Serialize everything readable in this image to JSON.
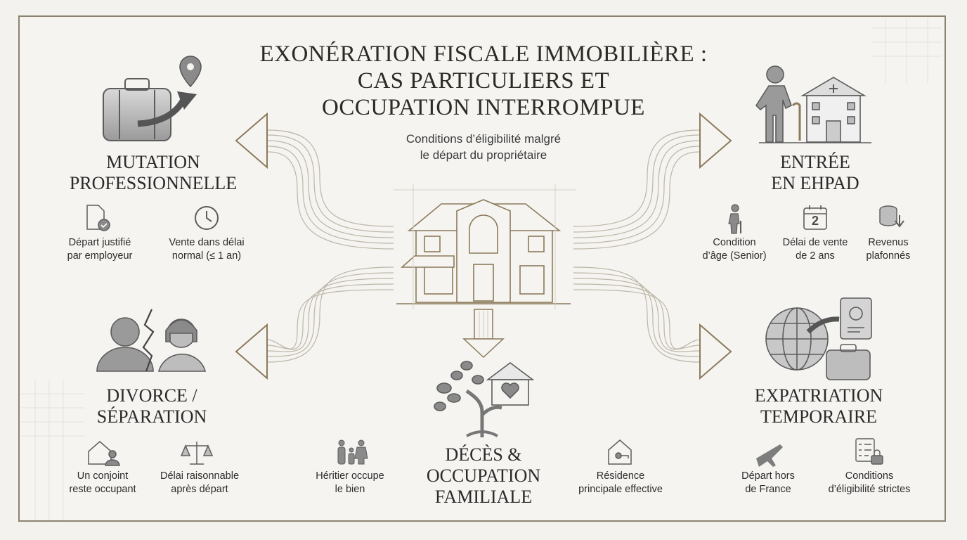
{
  "title": [
    "EXONÉRATION FISCALE IMMOBILIÈRE :",
    "CAS PARTICULIERS ET",
    "OCCUPATION INTERROMPUE"
  ],
  "subtitle": [
    "Conditions d’éligibilité malgré",
    "le départ du propriétaire"
  ],
  "mutation": {
    "heading": [
      "MUTATION",
      "PROFESSIONNELLE"
    ],
    "items": [
      {
        "icon": "document-check-icon",
        "label": [
          "Départ justifié",
          "par employeur"
        ]
      },
      {
        "icon": "clock-icon",
        "label": [
          "Vente dans délai",
          "normal (≤ 1 an)"
        ]
      }
    ]
  },
  "ehpad": {
    "heading": [
      "ENTRÉE",
      "EN EHPAD"
    ],
    "items": [
      {
        "icon": "senior-icon",
        "label": [
          "Condition",
          "d’âge (Senior)"
        ]
      },
      {
        "icon": "calendar-icon",
        "calendar_number": "2",
        "label": [
          "Délai de vente",
          "de 2 ans"
        ]
      },
      {
        "icon": "coins-down-icon",
        "label": [
          "Revenus",
          "plafonnés"
        ]
      }
    ]
  },
  "divorce": {
    "heading": [
      "DIVORCE /",
      "SÉPARATION"
    ],
    "items": [
      {
        "icon": "house-person-icon",
        "label": [
          "Un conjoint",
          "reste occupant"
        ]
      },
      {
        "icon": "scales-icon",
        "label": [
          "Délai raisonnable",
          "après départ"
        ]
      }
    ]
  },
  "deces": {
    "heading": [
      "DÉCÈS &",
      "OCCUPATION",
      "FAMILIALE"
    ],
    "items": [
      {
        "icon": "family-icon",
        "label": [
          "Héritier occupe",
          "le bien"
        ]
      },
      {
        "icon": "house-key-icon",
        "label": [
          "Résidence",
          "principale effective"
        ]
      }
    ]
  },
  "expatriation": {
    "heading": [
      "EXPATRIATION",
      "TEMPORAIRE"
    ],
    "items": [
      {
        "icon": "airplane-icon",
        "label": [
          "Départ hors",
          "de France"
        ]
      },
      {
        "icon": "checklist-lock-icon",
        "label": [
          "Conditions",
          "d’éligibilité strictes"
        ]
      }
    ]
  },
  "colors": {
    "accent": "#8c7a5a",
    "text": "#2b2b2b",
    "icon_gray": "#7d7d7d",
    "background": "#f3f2ef"
  }
}
